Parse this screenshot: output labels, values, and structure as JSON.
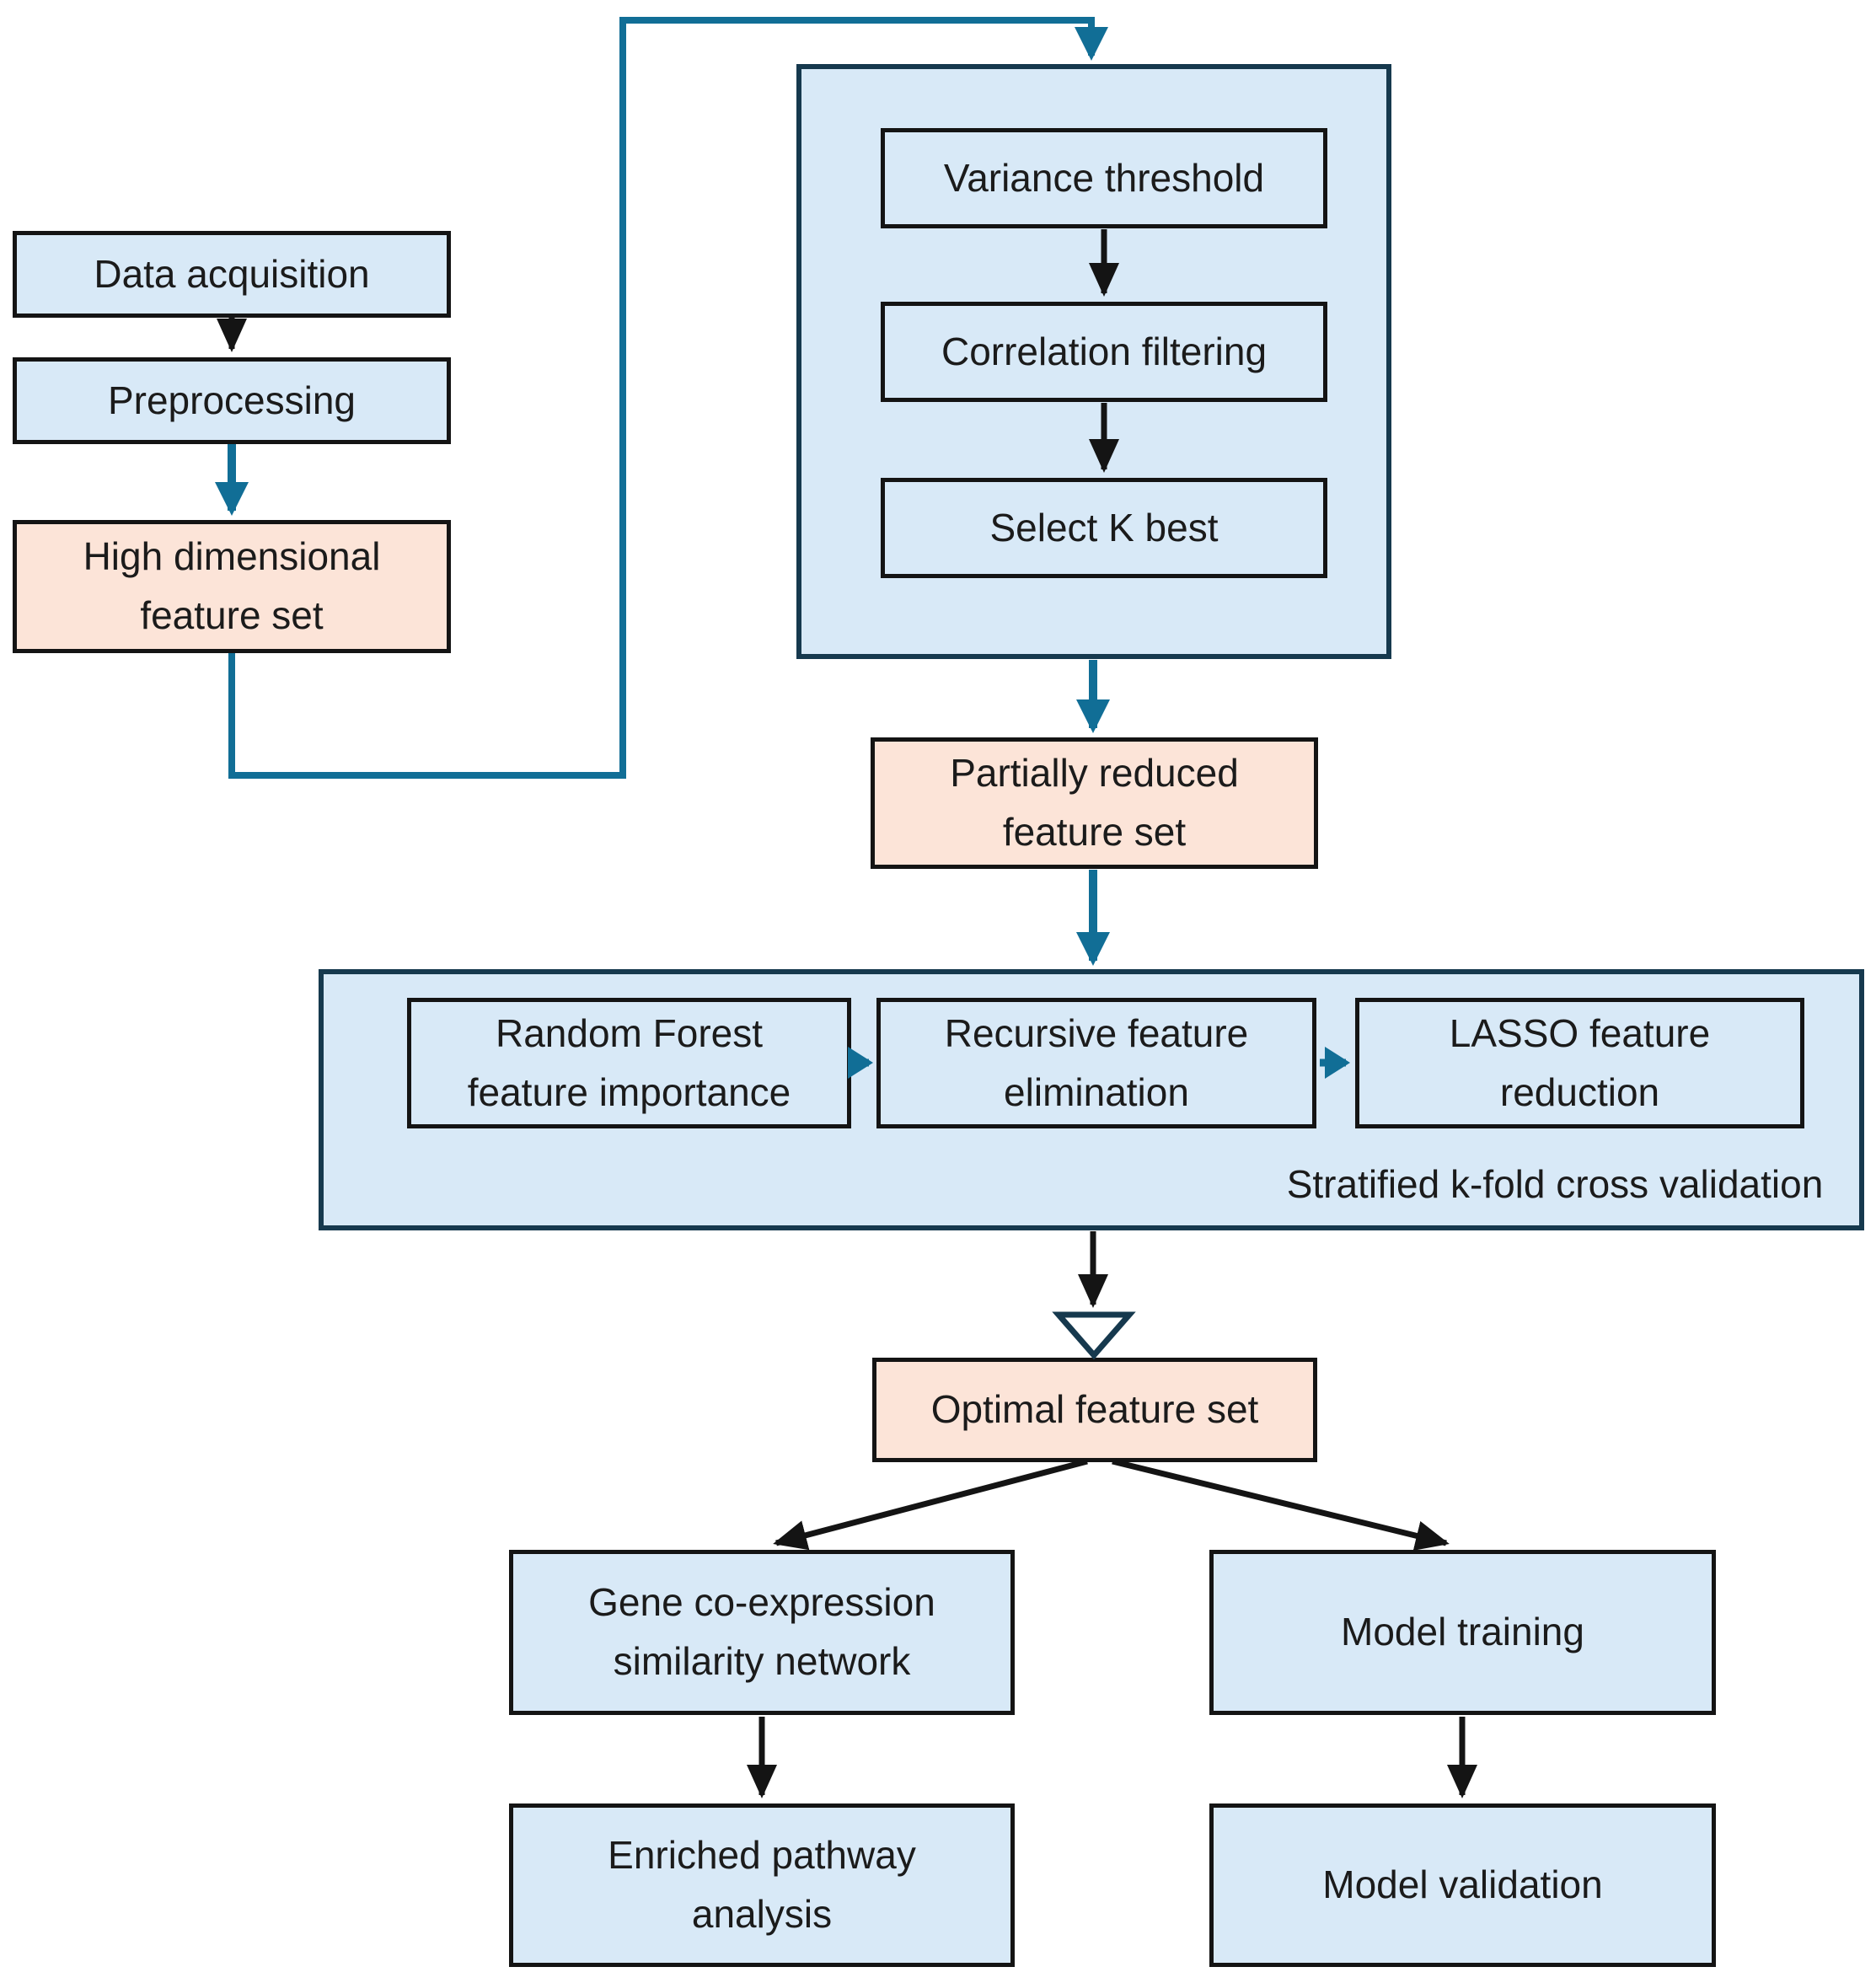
{
  "figure": {
    "type": "flowchart",
    "description": "Feature selection and modeling pipeline flowchart"
  },
  "colors": {
    "box_fill_blue": "#d8e9f7",
    "box_fill_salmon": "#fce4d8",
    "border_black": "#141414",
    "border_dark_teal": "#16394e",
    "arrow_black": "#141414",
    "arrow_teal": "#116e96",
    "text_ink": "#1b1b1b",
    "background": "#ffffff"
  },
  "nodes": {
    "data_acquisition": {
      "label": "Data acquisition"
    },
    "preprocessing": {
      "label": "Preprocessing"
    },
    "high_dimensional": {
      "label": "High dimensional\nfeature set"
    },
    "variance_threshold": {
      "label": "Variance threshold"
    },
    "correlation_filtering": {
      "label": "Correlation filtering"
    },
    "select_k_best": {
      "label": "Select K best"
    },
    "partially_reduced": {
      "label": "Partially reduced\nfeature set"
    },
    "random_forest": {
      "label": "Random Forest\nfeature importance"
    },
    "recursive_feature_elimination": {
      "label": "Recursive feature\nelimination"
    },
    "lasso": {
      "label": "LASSO feature\nreduction"
    },
    "stratified_kfold": {
      "label": "Stratified k-fold cross validation"
    },
    "optimal_feature_set": {
      "label": "Optimal feature set"
    },
    "gene_network": {
      "label": "Gene co-expression\nsimilarity network"
    },
    "enriched_pathway": {
      "label": "Enriched pathway\nanalysis"
    },
    "model_training": {
      "label": "Model training"
    },
    "model_validation": {
      "label": "Model validation"
    }
  }
}
